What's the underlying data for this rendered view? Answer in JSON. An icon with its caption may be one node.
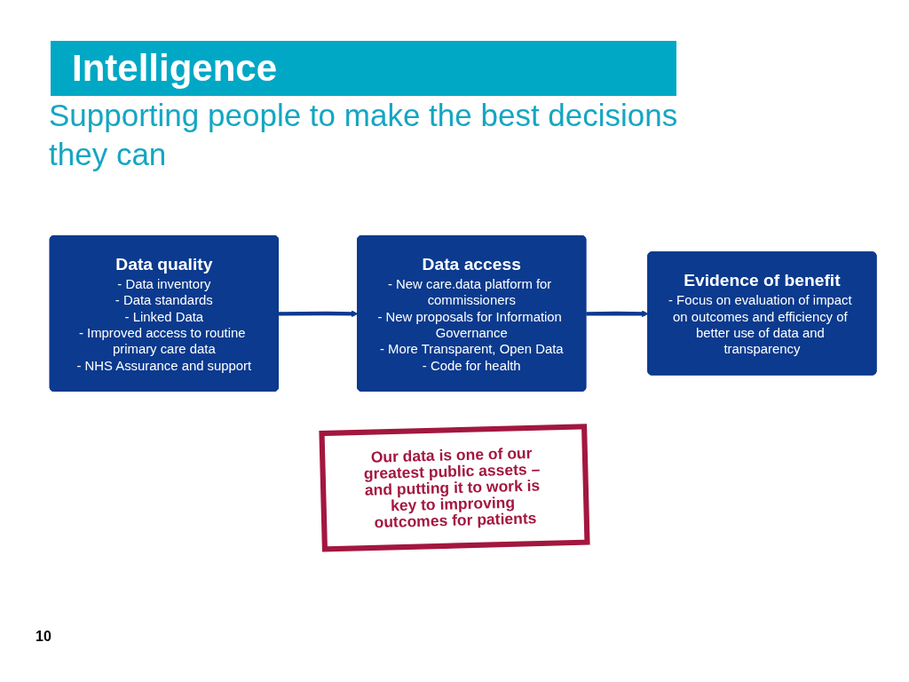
{
  "diagram": {
    "title": "Intelligence",
    "nodes": [
      {
        "text": [
          "Data quality",
          "- Data inventory",
          "- Data standards",
          "- Linked Data",
          "- Improved access to routine primary care data",
          "- NHS Assurance and support"
        ]
      },
      {
        "text": [
          "Data access",
          "- New care.data platform for commissioners",
          "- New proposals for Information Governance",
          "- More Transparent, Open Data",
          "- Code for health"
        ]
      },
      {
        "text": [
          "Evidence of benefit",
          "- Focus on evaluation of impact on outcomes and efficiency of better use of data and transparency"
        ]
      },
      {
        "text": [
          "Our data is one of our greatest public assets – and putting it to work is key to improving outcomes for patients"
        ]
      }
    ],
    "edges": [
      {
        "from": 0,
        "to": 1,
        "arrow": "to"
      },
      {
        "from": 1,
        "to": 2,
        "arrow": "to"
      }
    ],
    "labels": [
      "Supporting people to make the best decisions they can",
      "10"
    ]
  }
}
